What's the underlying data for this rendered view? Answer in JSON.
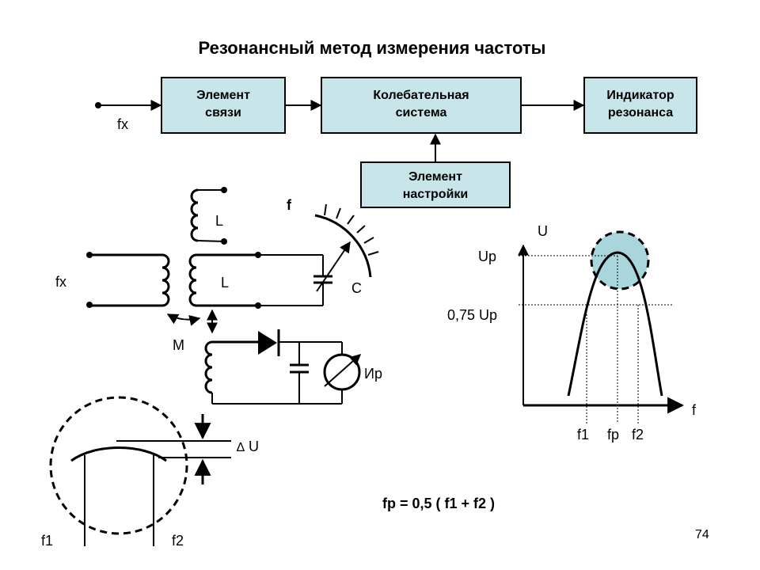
{
  "title": "Резонансный метод измерения частоты",
  "block_diagram": {
    "input_label": "fx",
    "block1": [
      "Элемент",
      "связи"
    ],
    "block2": [
      "Колебательная",
      "система"
    ],
    "block3": [
      "Индикатор",
      "резонанса"
    ],
    "block4": [
      "Элемент",
      "настройки"
    ]
  },
  "circuit": {
    "input_label": "fx",
    "inductor_top": "L",
    "inductor_mid": "L",
    "mutual": "M",
    "tuning_label": "f",
    "capacitor": "C",
    "indicator": "Ир"
  },
  "resonance_curve": {
    "y_label": "U",
    "x_label": "f",
    "peak_label": "Uр",
    "level_label": "0,75 Uр",
    "f1": "f1",
    "fp": "fр",
    "f2": "f2"
  },
  "zoom": {
    "delta_label": "U",
    "f1": "f1",
    "f2": "f2"
  },
  "formula": "fр = 0,5 ( f1 + f2 )",
  "page_number": "74",
  "colors": {
    "block_fill": "#c8e6ea",
    "highlight": "#a9d6dd"
  }
}
